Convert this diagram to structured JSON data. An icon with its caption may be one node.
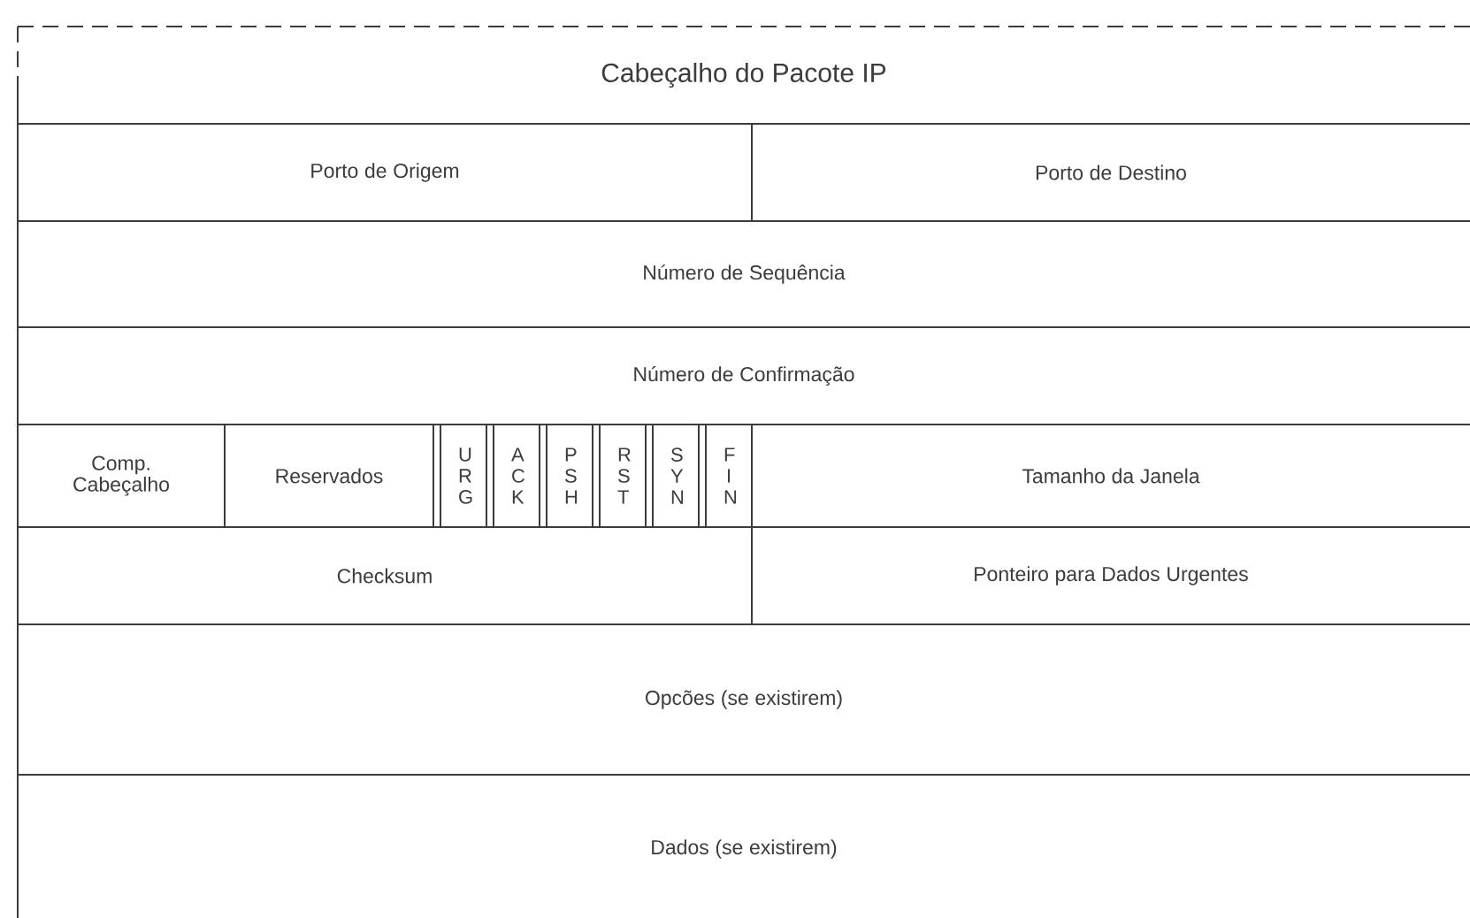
{
  "diagram": {
    "nodes": [
      {
        "text": [
          "Cabeçalho do Pacote IP"
        ]
      },
      {
        "text": [
          "Porto de Origem"
        ]
      },
      {
        "text": [
          "Porto de Destino"
        ]
      },
      {
        "text": [
          "Número de Sequência"
        ]
      },
      {
        "text": [
          "Número de Confirmação"
        ]
      },
      {
        "text": [
          "Comp. Cabeçalho"
        ]
      },
      {
        "text": [
          "Reservados"
        ]
      },
      {
        "text": [
          "URG"
        ]
      },
      {
        "text": [
          "ACK"
        ]
      },
      {
        "text": [
          "PSH"
        ]
      },
      {
        "text": [
          "RST"
        ]
      },
      {
        "text": [
          "SYN"
        ]
      },
      {
        "text": [
          "FIN"
        ]
      },
      {
        "text": [
          "Tamanho da Janela"
        ]
      },
      {
        "text": [
          "Checksum"
        ]
      },
      {
        "text": [
          "Ponteiro para Dados Urgentes"
        ]
      },
      {
        "text": [
          "Opcões (se existirem)"
        ]
      },
      {
        "text": [
          "Dados (se existirem)"
        ]
      }
    ]
  }
}
